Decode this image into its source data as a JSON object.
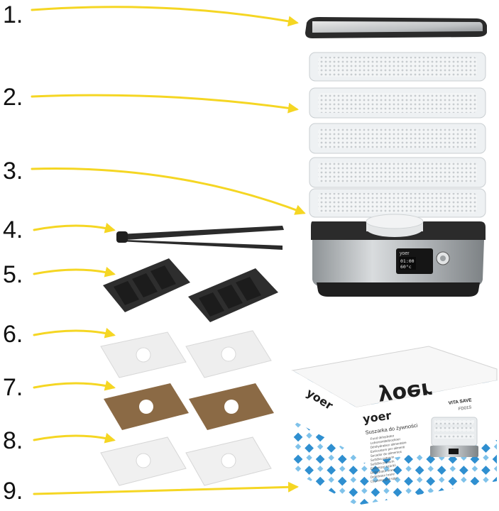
{
  "labels": [
    "1.",
    "2.",
    "3.",
    "4.",
    "5.",
    "6.",
    "7.",
    "8.",
    "9."
  ],
  "colors": {
    "arrow": "#F5D623",
    "lid": "#2a2a2a",
    "tray": "#e9ecee",
    "steel": "#b8bcbf",
    "rubber": "#2b2b2b",
    "sheet_white": "#eeeeee",
    "sheet_brown": "#8b6a45",
    "box_pattern": "#2f8fd0"
  },
  "dehydrator": {
    "panel_brand": "yoer",
    "display_time": "01:00",
    "display_temp": "60°c"
  },
  "box": {
    "brand_top": "yoer",
    "brand_side": "yoer",
    "brand_front": "yoer",
    "model_name": "VITA SAVE",
    "model_code": "FD01S",
    "title": "Suszarka do żywności",
    "languages": [
      "Food dehydrator",
      "Lebensmitteltrockner",
      "Déshydrateur alimentaire",
      "Essiccatore per alimenti",
      "Secador de alimentos",
      "Sušička potravin",
      "Sušička potravín",
      "Élelmiszer szárító",
      "Dehydrator hrane",
      "Dehidrator hrane",
      "Сушилка для еды"
    ]
  }
}
